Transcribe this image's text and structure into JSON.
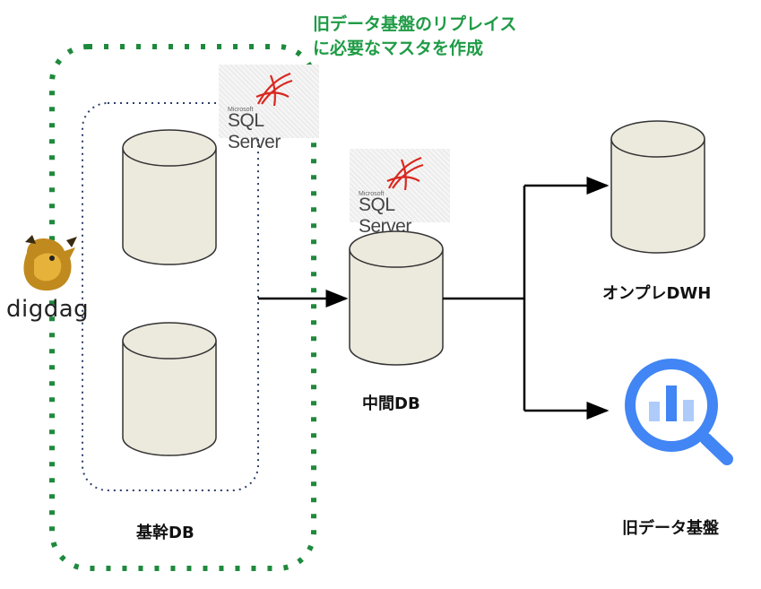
{
  "annotation": {
    "line1": "旧データ基盤のリプレイス",
    "line2": "に必要なマスタを作成"
  },
  "logos": {
    "sql_server_small": "Microsoft",
    "sql_server_text": "SQL Server",
    "digdag_text": "digdag"
  },
  "labels": {
    "core_db": "基幹DB",
    "intermediate_db": "中間DB",
    "onprem_dwh": "オンプレDWH",
    "old_platform": "旧データ基盤"
  },
  "colors": {
    "cylinder_fill": "#ece9dd",
    "cylinder_stroke": "#333333",
    "green_dots": "#1e8a3c",
    "navy_dots": "#2e3f6b",
    "annotation": "#1e9b45",
    "bigquery_blue": "#4285f4"
  }
}
